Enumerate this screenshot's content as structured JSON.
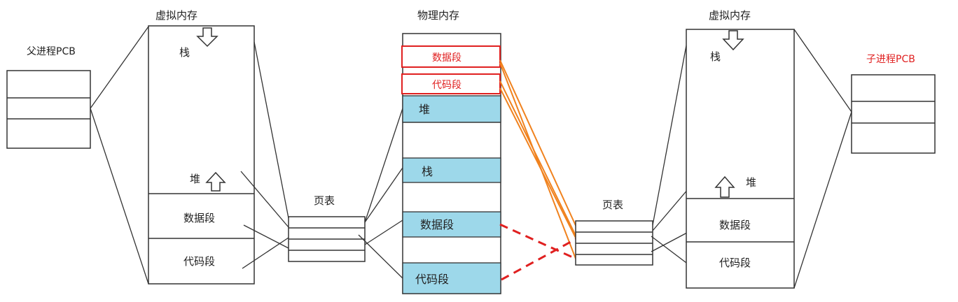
{
  "parent": {
    "pcb_label": "父进程PCB",
    "vm_title": "虚拟内存",
    "vm_stack": "栈",
    "vm_heap": "堆",
    "vm_data": "数据段",
    "vm_code": "代码段",
    "page_table_label": "页表"
  },
  "physical": {
    "title": "物理内存",
    "red_data": "数据段",
    "red_code": "代码段",
    "heap": "堆",
    "stack": "栈",
    "data": "数据段",
    "code": "代码段"
  },
  "child": {
    "pcb_label": "子进程PCB",
    "vm_title": "虚拟内存",
    "vm_stack": "栈",
    "vm_heap": "堆",
    "vm_data": "数据段",
    "vm_code": "代码段",
    "page_table_label": "页表"
  },
  "colors": {
    "red": "#e02020",
    "orange": "#f0821e",
    "cyan": "#9dd8ea",
    "stroke": "#333333"
  },
  "icons": [
    "down-arrow-icon",
    "up-arrow-icon"
  ]
}
